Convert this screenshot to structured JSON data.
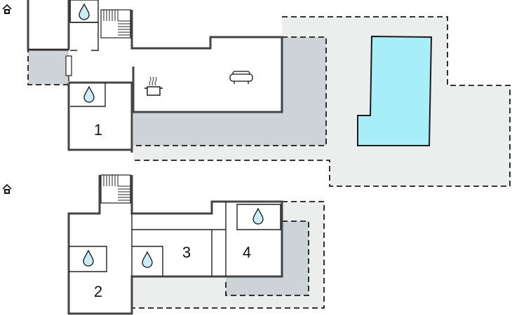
{
  "floors": [
    {
      "id": "upper",
      "rooms": [
        {
          "number": "1"
        }
      ],
      "icons": [
        "home-icon",
        "water-drop-icon",
        "water-drop-icon",
        "kitchen-pot-icon",
        "sofa-icon",
        "stairs-icon"
      ],
      "features": [
        "terrace",
        "pool"
      ]
    },
    {
      "id": "lower",
      "rooms": [
        {
          "number": "2"
        },
        {
          "number": "3"
        },
        {
          "number": "4"
        }
      ],
      "icons": [
        "home-icon",
        "water-drop-icon",
        "water-drop-icon",
        "water-drop-icon",
        "stairs-icon"
      ],
      "features": [
        "terrace"
      ]
    }
  ],
  "colors": {
    "wall": "#444444",
    "terrace_dark": "#cdd3d6",
    "terrace_light": "#eceeee",
    "pool": "#a8eef9",
    "drop": "#c9ecf7"
  }
}
